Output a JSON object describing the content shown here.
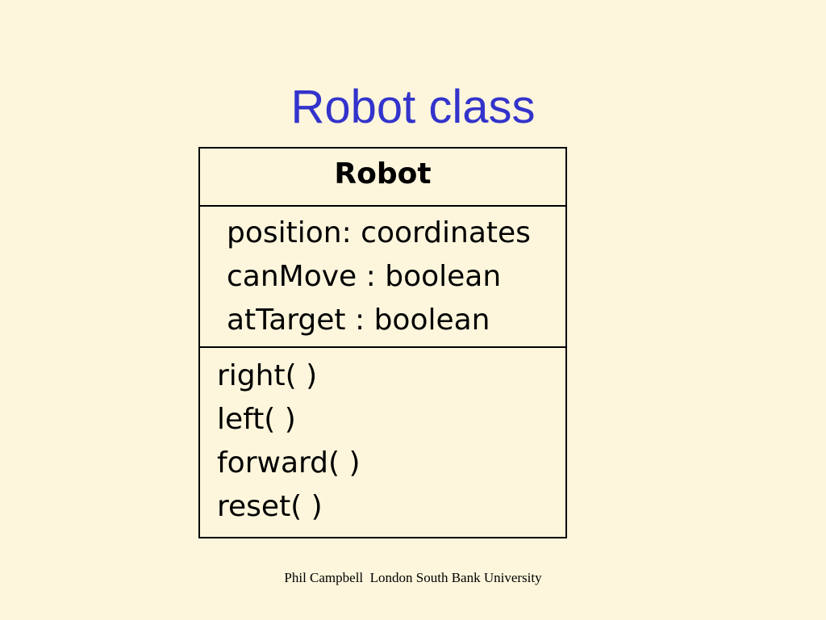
{
  "slide": {
    "title": "Robot class",
    "footer": "Phil Campbell  London South Bank University"
  },
  "uml_class": {
    "name": "Robot",
    "attributes": [
      "position: coordinates",
      "canMove : boolean",
      "atTarget : boolean"
    ],
    "operations": [
      "right( )",
      "left( )",
      "forward( )",
      "reset( )"
    ]
  },
  "colors": {
    "background": "#fdf6dc",
    "title": "#3333cc",
    "border": "#000000",
    "text": "#000000"
  }
}
